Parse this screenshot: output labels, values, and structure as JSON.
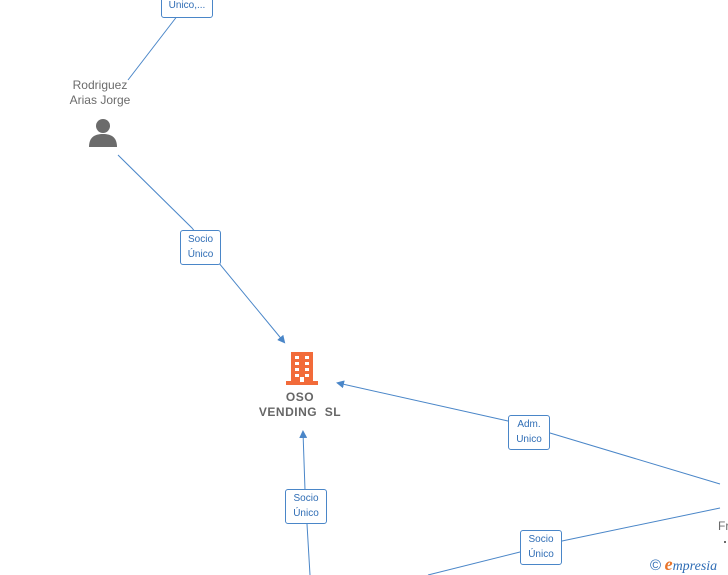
{
  "nodes": {
    "person_top": {
      "name_line1": "Rodriguez",
      "name_line2": "Arias Jorge",
      "icon": "person-icon"
    },
    "company": {
      "name_line1": "OSO",
      "name_line2": "VENDING  SL",
      "icon": "building-icon"
    },
    "right_partial": {
      "name_fragment": "Fr",
      "icon": "person-icon"
    }
  },
  "edges": {
    "top_partial": {
      "line1": "Unico,..."
    },
    "socio_top": {
      "line1": "Socio",
      "line2": "Único"
    },
    "adm_unico": {
      "line1": "Adm.",
      "line2": "Unico"
    },
    "socio_bottom": {
      "line1": "Socio",
      "line2": "Único"
    },
    "socio_right": {
      "line1": "Socio",
      "line2": "Único"
    }
  },
  "watermark": {
    "copyright": "©",
    "brand_initial": "e",
    "brand_rest": "mpresia"
  },
  "colors": {
    "edge_line": "#4a86c8",
    "edge_text": "#2f6db5",
    "person_icon": "#6b6b6b",
    "company_icon": "#f26b3a",
    "label_text": "#6b6b6b"
  }
}
